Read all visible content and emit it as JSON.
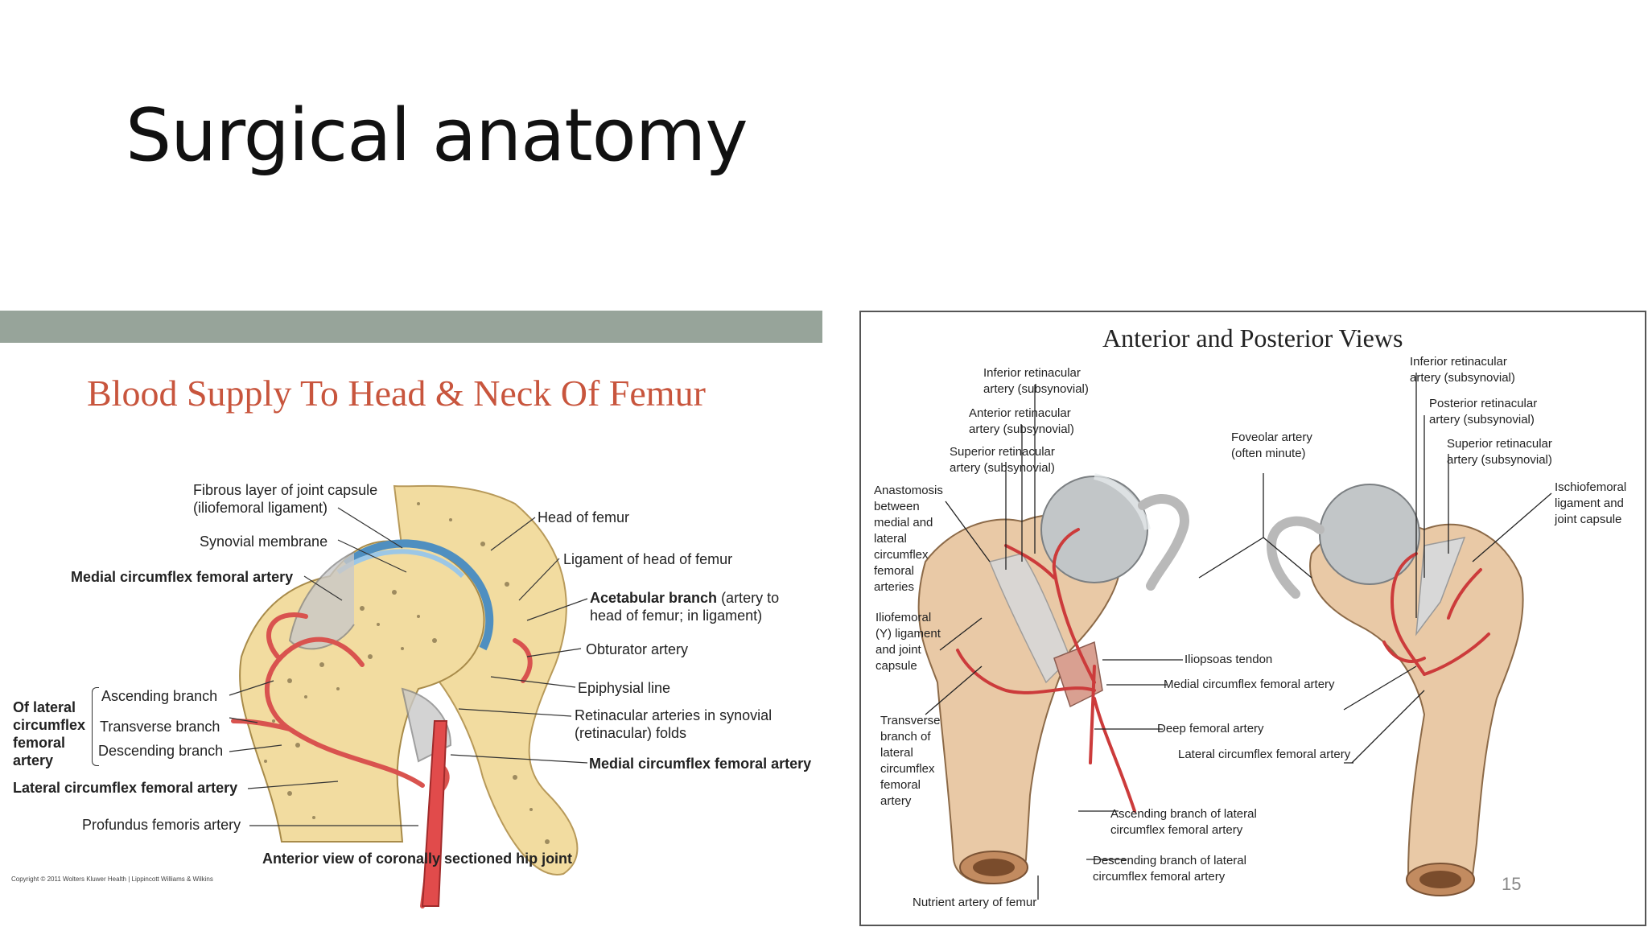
{
  "slide": {
    "title": "Surgical anatomy",
    "page_number": "15"
  },
  "figure_left": {
    "title": "Blood Supply To Head & Neck Of Femur",
    "labels": {
      "fibrous_layer": "Fibrous layer of joint capsule",
      "fibrous_layer_2": "(iliofemoral ligament)",
      "synovial": "Synovial membrane",
      "medial_circ_top": "Medial circumflex femoral artery",
      "head_femur": "Head of femur",
      "lig_head": "Ligament of head of femur",
      "acetabular_bold": "Acetabular branch",
      "acetabular_rest": "(artery to",
      "acetabular_2": "head of femur; in ligament)",
      "obturator": "Obturator artery",
      "epiphysial": "Epiphysial line",
      "retinacular": "Retinacular arteries in synovial",
      "retinacular_2": "(retinacular) folds",
      "medial_circ_bottom": "Medial circumflex femoral artery",
      "of_lateral": "Of lateral",
      "circumflex": "circumflex",
      "femoral": "femoral",
      "artery": "artery",
      "ascending": "Ascending branch",
      "transverse": "Transverse branch",
      "descending": "Descending branch",
      "lateral_circ": "Lateral circumflex femoral artery",
      "profundus": "Profundus femoris artery",
      "caption": "Anterior view of coronally sectioned hip joint",
      "copyright": "Copyright © 2011 Wolters Kluwer Health | Lippincott Williams & Wilkins"
    }
  },
  "figure_right": {
    "title": "Anterior and Posterior Views",
    "labels": {
      "inf_ret_l": "Inferior retinacular",
      "inf_ret_l2": "artery (subsynovial)",
      "ant_ret": "Anterior retinacular",
      "ant_ret2": "artery (subsynovial)",
      "sup_ret_l": "Superior retinacular",
      "sup_ret_l2": "artery (subsynovial)",
      "anast1": "Anastomosis",
      "anast2": "between",
      "anast3": "medial and",
      "anast4": "lateral",
      "anast5": "circumflex",
      "anast6": "femoral",
      "anast7": "arteries",
      "ilio1": "Iliofemoral",
      "ilio2": "(Y) ligament",
      "ilio3": "and joint",
      "ilio4": "capsule",
      "trans1": "Transverse",
      "trans2": "branch of",
      "trans3": "lateral",
      "trans4": "circumflex",
      "trans5": "femoral",
      "trans6": "artery",
      "foveolar": "Foveolar artery",
      "foveolar2": "(often minute)",
      "inf_ret_r": "Inferior retinacular",
      "inf_ret_r2": "artery (subsynovial)",
      "post_ret": "Posterior retinacular",
      "post_ret2": "artery (subsynovial)",
      "sup_ret_r": "Superior retinacular",
      "sup_ret_r2": "artery (subsynovial)",
      "ischio1": "Ischiofemoral",
      "ischio2": "ligament and",
      "ischio3": "joint capsule",
      "iliopsoas": "Iliopsoas tendon",
      "medial_circ": "Medial circumflex femoral artery",
      "deep_fem": "Deep femoral artery",
      "lat_circ": "Lateral circumflex femoral artery",
      "asc1": "Ascending branch of lateral",
      "asc2": "circumflex femoral artery",
      "desc1": "Descending branch of lateral",
      "desc2": "circumflex femoral artery",
      "nutrient": "Nutrient artery of femur"
    }
  },
  "colors": {
    "band": "#97a49a",
    "title_red": "#c8553d",
    "bone": "#f2dca0",
    "artery": "#d9534f"
  }
}
